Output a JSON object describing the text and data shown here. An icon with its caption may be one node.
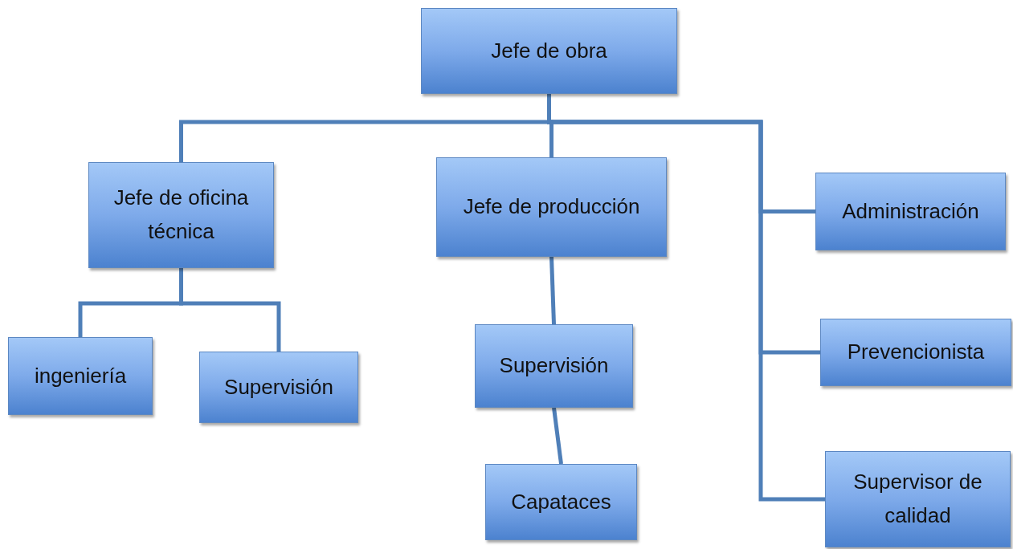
{
  "diagram": {
    "nodes": [
      {
        "text": [
          "Jefe de obra"
        ]
      },
      {
        "text": [
          "Jefe de oficina técnica"
        ]
      },
      {
        "text": [
          "Jefe de producción"
        ]
      },
      {
        "text": [
          "Administración"
        ]
      },
      {
        "text": [
          "Prevencionista"
        ]
      },
      {
        "text": [
          "Supervisor de calidad"
        ]
      },
      {
        "text": [
          "ingeniería"
        ]
      },
      {
        "text": [
          "Supervisión"
        ]
      },
      {
        "text": [
          "Supervisión"
        ]
      },
      {
        "text": [
          "Capataces"
        ]
      }
    ],
    "edges": [
      {
        "from": 0,
        "to": 1,
        "arrow": "none"
      },
      {
        "from": 0,
        "to": 2,
        "arrow": "none"
      },
      {
        "from": 0,
        "to": 3,
        "arrow": "none"
      },
      {
        "from": 0,
        "to": 4,
        "arrow": "none"
      },
      {
        "from": 0,
        "to": 5,
        "arrow": "none"
      },
      {
        "from": 1,
        "to": 6,
        "arrow": "none"
      },
      {
        "from": 1,
        "to": 7,
        "arrow": "none"
      },
      {
        "from": 2,
        "to": 8,
        "arrow": "none"
      },
      {
        "from": 8,
        "to": 9,
        "arrow": "none"
      }
    ]
  }
}
